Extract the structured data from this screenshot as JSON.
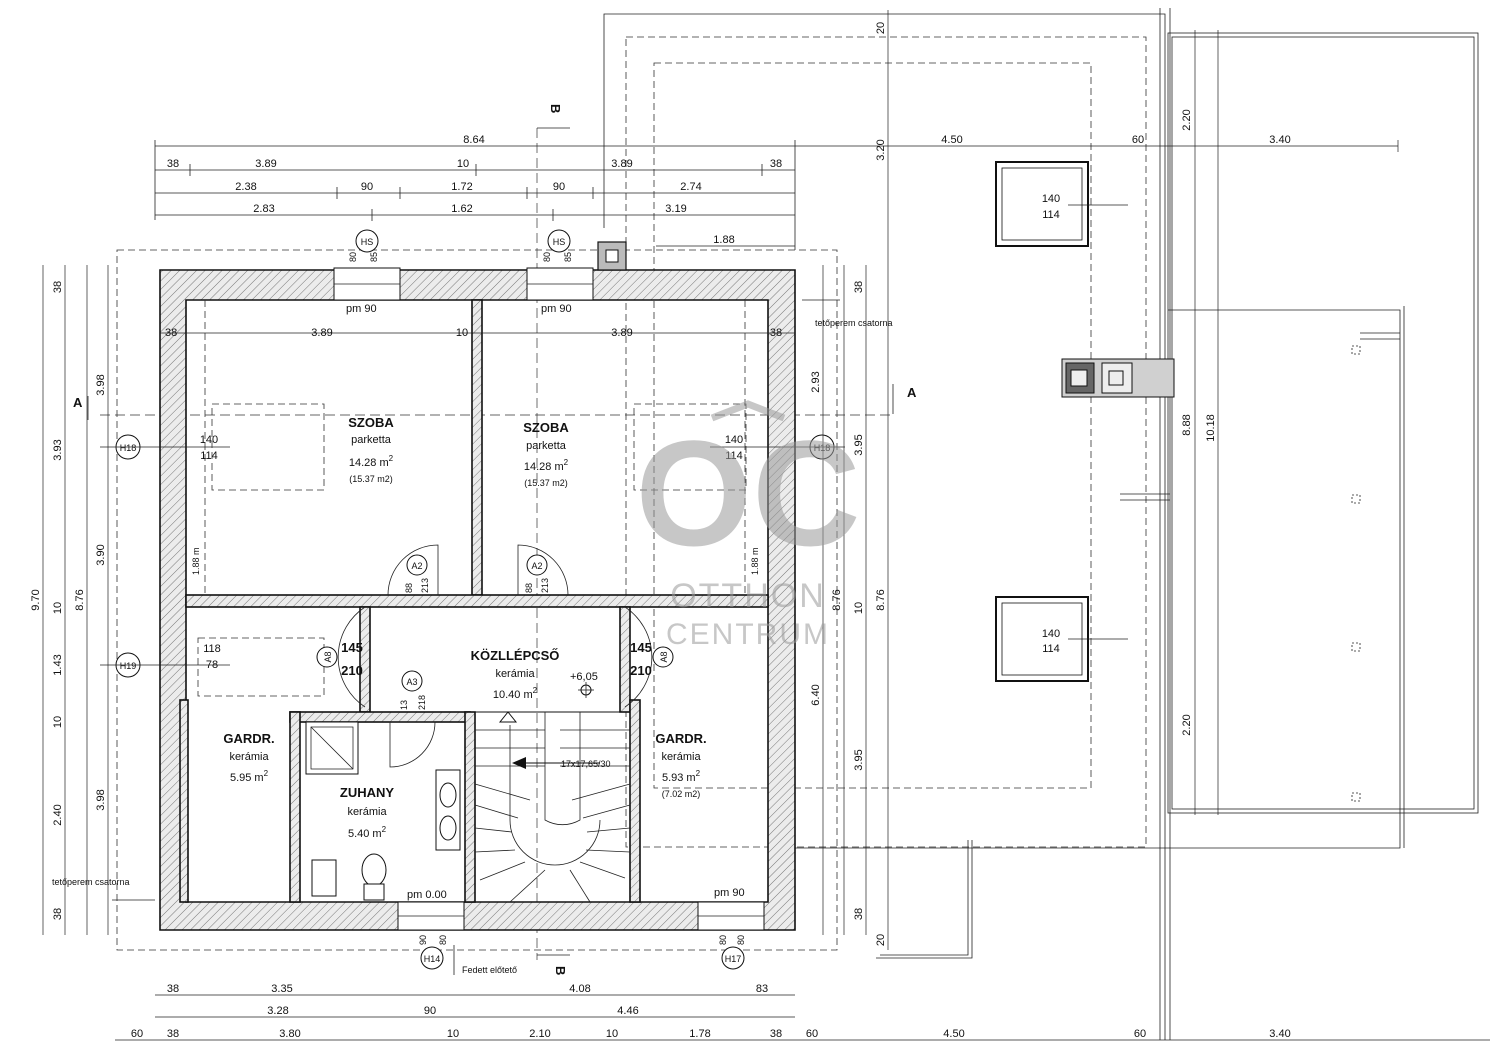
{
  "watermark": {
    "logo": "OC",
    "line1": "OTTHON",
    "line2": "CENTRUM"
  },
  "rooms": [
    {
      "name": "SZOBA",
      "floor": "parketta",
      "area": "14.28 m",
      "area_sup": "2",
      "area2": "(15.37 m2)"
    },
    {
      "name": "SZOBA",
      "floor": "parketta",
      "area": "14.28 m",
      "area_sup": "2",
      "area2": "(15.37 m2)"
    },
    {
      "name": "KÖZLLÉPCSŐ",
      "floor": "kerámia",
      "area": "10.40 m",
      "area_sup": "2",
      "level": "+6,05"
    },
    {
      "name": "GARDR.",
      "floor": "kerámia",
      "area": "5.95 m",
      "area_sup": "2"
    },
    {
      "name": "ZUHANY",
      "floor": "kerámia",
      "area": "5.40 m",
      "area_sup": "2"
    },
    {
      "name": "GARDR.",
      "floor": "kerámia",
      "area": "5.93 m",
      "area_sup": "2",
      "area2": "(7.02 m2)"
    }
  ],
  "section_marks": {
    "a": "A",
    "b": "B"
  },
  "top_dims": {
    "overall": "8.64",
    "row1": [
      "38",
      "3.89",
      "10",
      "3.89",
      "38"
    ],
    "row2": [
      "2.38",
      "90",
      "1.72",
      "90",
      "2.74"
    ],
    "row3": [
      "2.83",
      "1.62",
      "3.19"
    ],
    "chimney": "1.88"
  },
  "bottom_dims": {
    "row1": [
      "38",
      "3.35",
      "4.08",
      "83"
    ],
    "row2": [
      "3.28",
      "90",
      "4.46"
    ],
    "row3": [
      "60",
      "38",
      "3.80",
      "10",
      "2.10",
      "10",
      "1.78",
      "38",
      "60",
      "4.50",
      "60",
      "3.40"
    ]
  },
  "roof_dims": {
    "top": [
      "4.50",
      "60",
      "3.40"
    ],
    "vertical": [
      "20",
      "3.20",
      "2.20",
      "8.88",
      "10.18",
      "2.20",
      "20"
    ]
  },
  "left_dims": {
    "outer": "9.70",
    "mid": "8.76",
    "row1": [
      "38",
      "3.93",
      "1.43",
      "2.40",
      "38"
    ],
    "row1_small": [
      "10",
      "10"
    ],
    "row2": [
      "3.98",
      "3.90",
      "3.98"
    ]
  },
  "right_dims": {
    "a": [
      "38",
      "2.93",
      "6.40",
      "38"
    ],
    "b": [
      "8.76",
      "8.76"
    ],
    "c": [
      "38",
      "3.95",
      "10",
      "3.95",
      "38"
    ]
  },
  "interior_dims": {
    "left_room": [
      "38",
      "3.89",
      "10"
    ],
    "right_room": [
      "3.89",
      "38"
    ],
    "rooms_height": [
      "1.88 m",
      "1.88 m"
    ]
  },
  "openings": {
    "windows_top": [
      {
        "tag": "HS",
        "w": "80",
        "h": "85",
        "sill": "pm 90"
      },
      {
        "tag": "HS",
        "w": "80",
        "h": "85",
        "sill": "pm 90"
      }
    ],
    "windows_side": [
      {
        "tag": "H18",
        "w": "140",
        "h": "114"
      },
      {
        "tag": "H18",
        "w": "140",
        "h": "114"
      },
      {
        "tag": "H19",
        "w": "118",
        "h": "78"
      }
    ],
    "roof_windows": [
      {
        "w": "140",
        "h": "114"
      },
      {
        "w": "140",
        "h": "114"
      }
    ],
    "doors": [
      {
        "tag": "A2",
        "w": "88",
        "h": "213"
      },
      {
        "tag": "A2",
        "w": "88",
        "h": "213"
      },
      {
        "tag": "A3",
        "w": "13",
        "h": "218"
      },
      {
        "tag": "A8",
        "w": "145",
        "h": "210"
      },
      {
        "tag": "A8",
        "w": "145",
        "h": "210"
      }
    ],
    "bottom": [
      {
        "tag": "H14",
        "w": "90",
        "h": "80",
        "sill": "pm 0.00"
      },
      {
        "tag": "H17",
        "w": "80",
        "h": "80",
        "sill": "pm 90"
      }
    ]
  },
  "stair_note": "17x17,65/30",
  "labels": {
    "gutter_top": "tetőperem csatorna",
    "gutter_left": "tetőperem csatorna",
    "entry": "Fedett előtető"
  }
}
